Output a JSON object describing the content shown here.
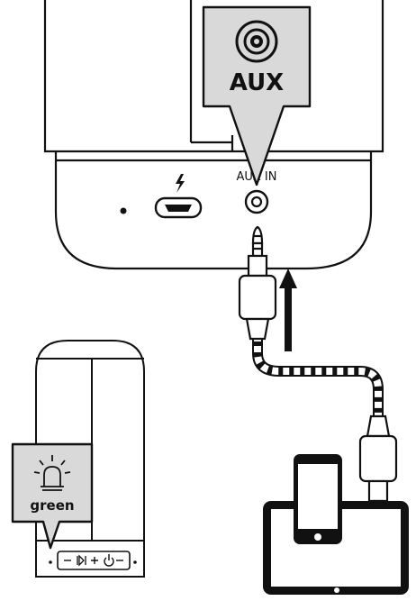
{
  "callouts": {
    "aux_label": "AUX",
    "led_label": "green"
  },
  "port_labels": {
    "aux_in": "AUX IN"
  },
  "icons": {
    "charge": "lightning-bolt-icon",
    "led": "led-light-icon",
    "aux_jack": "aux-jack-icon",
    "arrow": "up-arrow-icon",
    "phone": "smartphone-icon",
    "tablet": "tablet-icon"
  },
  "colors": {
    "line": "#111111",
    "callout_fill": "#d9d9d9",
    "background": "#ffffff"
  }
}
